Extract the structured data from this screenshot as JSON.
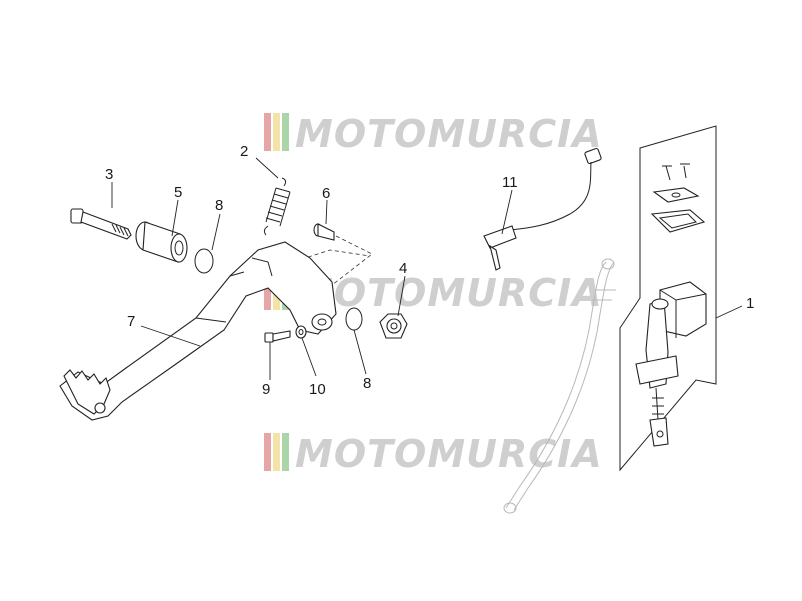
{
  "watermark": {
    "text": "MOTOMURCIA",
    "stripe_colors": [
      "#e7a6a6",
      "#f3e3a8",
      "#a9d5a9",
      "#cfcfcf"
    ]
  },
  "callouts": {
    "c1": "1",
    "c2": "2",
    "c3": "3",
    "c4": "4",
    "c5": "5",
    "c6": "6",
    "c7": "7",
    "c8a": "8",
    "c8b": "8",
    "c9": "9",
    "c10": "10",
    "c11": "11"
  }
}
